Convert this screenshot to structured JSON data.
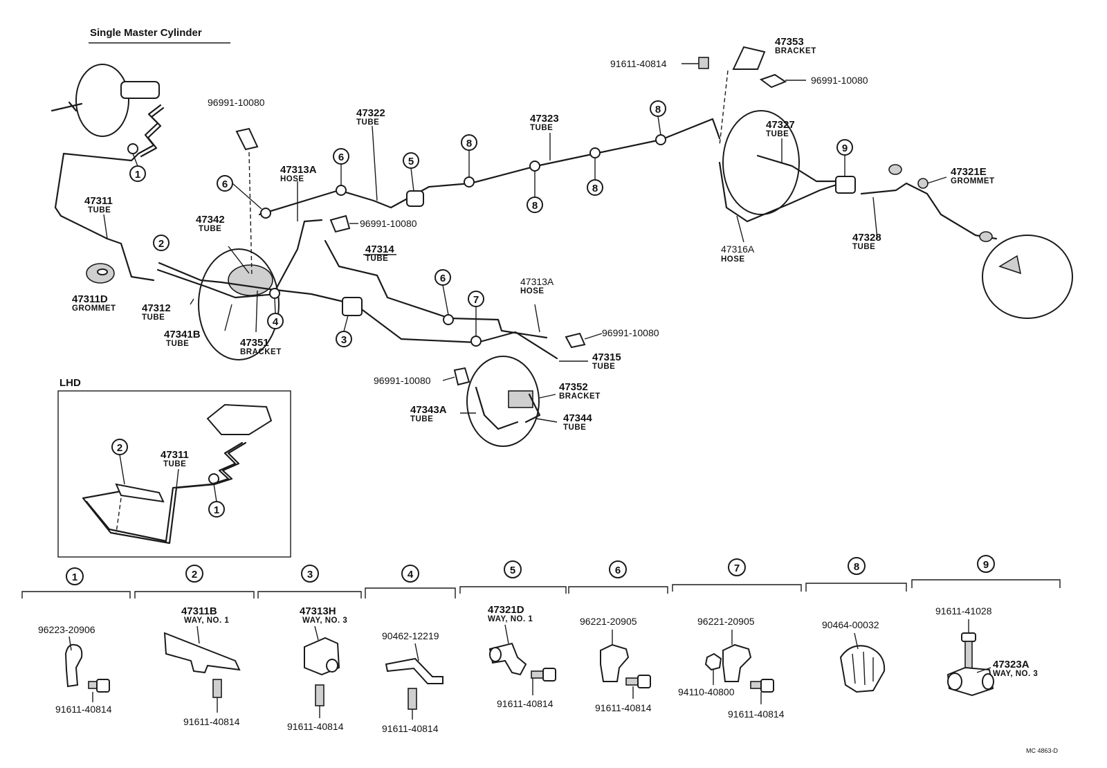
{
  "title": "Single Master Cylinder",
  "inset_title": "LHD",
  "footer_code": "MC  4863-D",
  "callouts": {
    "c47311": {
      "pn": "47311",
      "name": "TUBE"
    },
    "c47311d": {
      "pn": "47311D",
      "name": "GROMMET"
    },
    "c47312": {
      "pn": "47312",
      "name": "TUBE"
    },
    "c47341b": {
      "pn": "47341B",
      "name": "TUBE"
    },
    "c47342": {
      "pn": "47342",
      "name": "TUBE"
    },
    "c47351": {
      "pn": "47351",
      "name": "BRACKET"
    },
    "c96991a": {
      "pn": "96991-10080"
    },
    "c47313a_top": {
      "pn": "47313A",
      "name": "HOSE"
    },
    "c47322": {
      "pn": "47322",
      "name": "TUBE"
    },
    "c96991b": {
      "pn": "96991-10080"
    },
    "c47314": {
      "pn": "47314",
      "name": "TUBE"
    },
    "c47323": {
      "pn": "47323",
      "name": "TUBE"
    },
    "c91611_top": {
      "pn": "91611-40814"
    },
    "c47353": {
      "pn": "47353",
      "name": "BRACKET"
    },
    "c96991c": {
      "pn": "96991-10080"
    },
    "c47327": {
      "pn": "47327",
      "name": "TUBE"
    },
    "c47321e": {
      "pn": "47321E",
      "name": "GROMMET"
    },
    "c47328": {
      "pn": "47328",
      "name": "TUBE"
    },
    "c47316a": {
      "pn": "47316A",
      "name": "HOSE"
    },
    "c47313a_mid": {
      "pn": "47313A",
      "name": "HOSE"
    },
    "c96991d": {
      "pn": "96991-10080"
    },
    "c47315": {
      "pn": "47315",
      "name": "TUBE"
    },
    "c96991e": {
      "pn": "96991-10080"
    },
    "c47352": {
      "pn": "47352",
      "name": "BRACKET"
    },
    "c47343a": {
      "pn": "47343A",
      "name": "TUBE"
    },
    "c47344": {
      "pn": "47344",
      "name": "TUBE"
    },
    "c47311_lhd": {
      "pn": "47311",
      "name": "TUBE"
    }
  },
  "circle_labels": [
    "1",
    "2",
    "3",
    "4",
    "5",
    "6",
    "7",
    "8",
    "9"
  ],
  "groups": [
    {
      "num": "1",
      "parts": [
        "96223-20906",
        "91611-40814"
      ]
    },
    {
      "num": "2",
      "main": "47311B",
      "name": "WAY, NO. 1",
      "parts": [
        "91611-40814"
      ]
    },
    {
      "num": "3",
      "main": "47313H",
      "name": "WAY, NO. 3",
      "parts": [
        "91611-40814"
      ]
    },
    {
      "num": "4",
      "parts": [
        "90462-12219",
        "91611-40814"
      ]
    },
    {
      "num": "5",
      "main": "47321D",
      "name": "WAY, NO. 1",
      "parts": [
        "91611-40814"
      ]
    },
    {
      "num": "6",
      "parts": [
        "96221-20905",
        "91611-40814"
      ]
    },
    {
      "num": "7",
      "parts": [
        "96221-20905",
        "94110-40800",
        "91611-40814"
      ]
    },
    {
      "num": "8",
      "parts": [
        "90464-00032"
      ]
    },
    {
      "num": "9",
      "parts": [
        "91611-41028"
      ],
      "main": "47323A",
      "name": "WAY, NO. 3"
    }
  ]
}
